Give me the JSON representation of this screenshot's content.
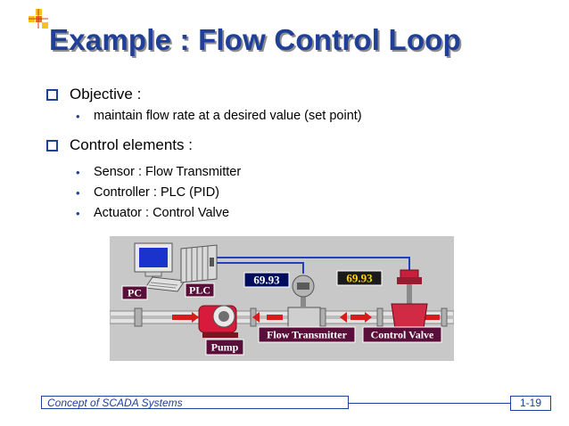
{
  "slide": {
    "title": "Example : Flow Control Loop",
    "objective_heading": "Objective :",
    "objective_item": "maintain flow rate at a desired value (set point)",
    "elements_heading": "Control elements :",
    "elements": [
      "Sensor : Flow Transmitter",
      "Controller : PLC (PID)",
      "Actuator : Control Valve"
    ]
  },
  "diagram": {
    "pc_label": "PC",
    "plc_label": "PLC",
    "transmitter_value": "69.93",
    "valve_value": "69.93",
    "pump_label": "Pump",
    "transmitter_label": "Flow Transmitter",
    "valve_label": "Control Valve"
  },
  "footer": {
    "course": "Concept of SCADA Systems",
    "page": "1-19"
  },
  "colors": {
    "title": "#1f3f99",
    "accent": "#1f3f99",
    "pipe_flow": "#d81b1b",
    "signal_line": "#2040c0",
    "label_bg": "#5a0f3a"
  }
}
